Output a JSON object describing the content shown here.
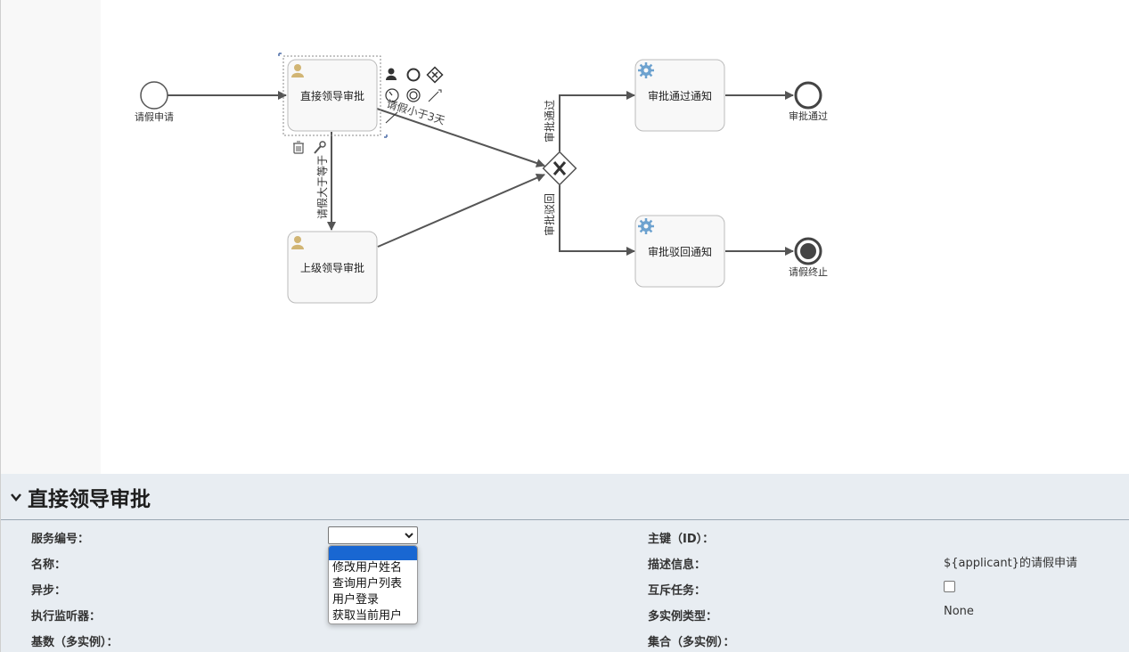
{
  "diagram": {
    "start_event": {
      "label": "请假申请"
    },
    "task_direct": {
      "label": "直接领导审批"
    },
    "task_upper": {
      "label": "上级领导审批"
    },
    "task_pass_notify": {
      "label": "审批通过通知"
    },
    "task_reject_notify": {
      "label": "审批驳回通知"
    },
    "end_pass": {
      "label": "审批通过"
    },
    "end_terminate": {
      "label": "请假终止"
    },
    "flow_less_than": {
      "label": "请假小于3天"
    },
    "flow_greater_equal": {
      "label": "请假大于等于"
    },
    "flow_pass": {
      "label": "审批通过"
    },
    "flow_reject": {
      "label": "审批驳回"
    }
  },
  "properties": {
    "title": "直接领导审批",
    "labels": {
      "service_no": "服务编号：",
      "name": "名称：",
      "async": "异步：",
      "exec_listener": "执行监听器：",
      "cardinality": "基数（多实例）：",
      "key_id": "主键（ID）：",
      "description": "描述信息：",
      "exclusive": "互斥任务：",
      "multi_instance_type": "多实例类型：",
      "collection": "集合（多实例）："
    },
    "values": {
      "description": "${applicant}的请假申请",
      "multi_instance_type": "None",
      "exclusive_checked": false
    },
    "service_select": {
      "selected": "",
      "options": [
        "",
        "修改用户姓名",
        "查询用户列表",
        "用户登录",
        "获取当前用户"
      ]
    }
  },
  "colors": {
    "task_fill": "#f8f8f8",
    "task_stroke": "#bbbbbb",
    "edge": "#555555",
    "user_icon": "#d1b574",
    "service_icon": "#6da2cf",
    "panel_bg": "#e8edf2",
    "selected_option": "#1967d2"
  }
}
